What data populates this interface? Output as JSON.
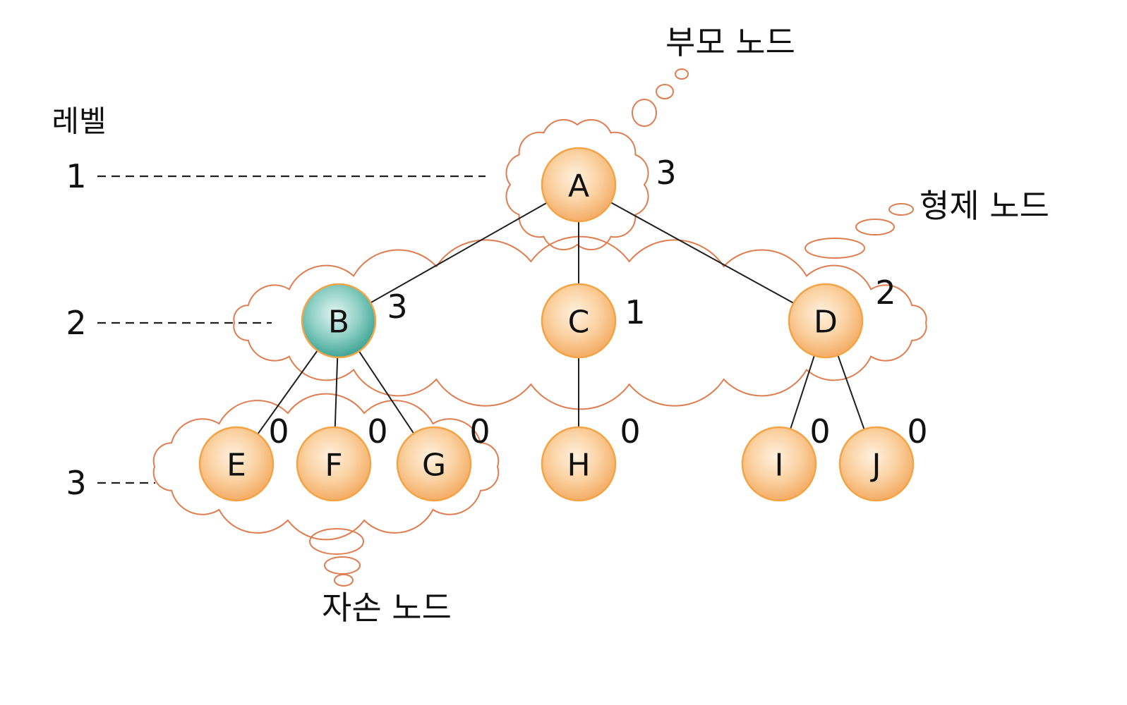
{
  "level_heading": "레벨",
  "levels": [
    "1",
    "2",
    "3"
  ],
  "annotations": {
    "parent": "부모 노드",
    "sibling": "형제 노드",
    "descendant": "자손 노드"
  },
  "tree": {
    "label": "A",
    "degree": 3,
    "children": [
      {
        "label": "B",
        "degree": 3,
        "highlight": true,
        "children": [
          {
            "label": "E",
            "degree": 0
          },
          {
            "label": "F",
            "degree": 0
          },
          {
            "label": "G",
            "degree": 0
          }
        ]
      },
      {
        "label": "C",
        "degree": 1,
        "children": [
          {
            "label": "H",
            "degree": 0
          }
        ]
      },
      {
        "label": "D",
        "degree": 2,
        "children": [
          {
            "label": "I",
            "degree": 0
          },
          {
            "label": "J",
            "degree": 0
          }
        ]
      }
    ]
  },
  "colors": {
    "node_fill_light": "#fff1df",
    "node_fill_mid": "#fbd2a2",
    "node_fill_dark": "#f4ad66",
    "node_stroke": "#f3a446",
    "highlight_fill_light": "#e3f5f1",
    "highlight_fill_mid": "#8fd0c5",
    "highlight_fill_dark": "#3fa696",
    "cloud_stroke": "#de7d50",
    "edge": "#1e1e1e",
    "text": "#111111"
  }
}
